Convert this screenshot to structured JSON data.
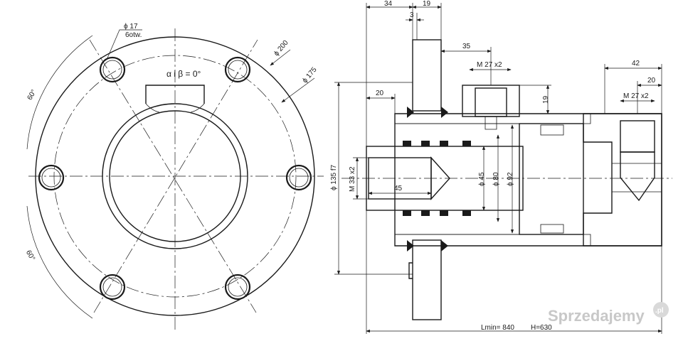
{
  "front_view": {
    "hole_dia": "ϕ 17",
    "hole_count": "6otw.",
    "angle_note": "α i β = 0°",
    "dia_outer": "ϕ 200",
    "dia_pitch": "ϕ 175",
    "angle_top": "60°",
    "angle_bottom": "60°"
  },
  "section_view": {
    "d34": "34",
    "d19": "19",
    "d3": "3",
    "d35": "35",
    "port_thread_top": "M 27 x2",
    "d19_side": "19",
    "d20_left": "20",
    "d42": "42",
    "d20_right": "20",
    "port_thread_end": "M 27 x2",
    "dia_flange": "ϕ 135 f7",
    "rod_thread": "M 33 x2",
    "d45_len": "45",
    "dia_45": "ϕ 45",
    "dia_80": "ϕ 80",
    "dia_92": "ϕ 92",
    "lmin": "Lmin= 840",
    "stroke": "H=630"
  },
  "watermark": {
    "text": "Sprzedajemy",
    "tld": ".pl"
  }
}
